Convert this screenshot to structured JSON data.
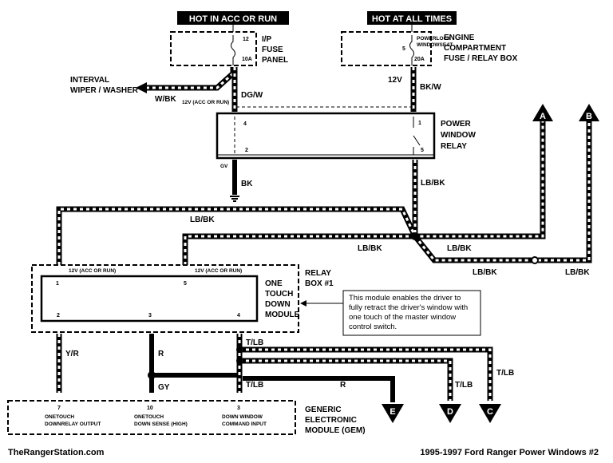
{
  "title": "1995-1997 Ford Ranger Power Windows #2",
  "source": "TheRangerStation.com",
  "hot_labels": {
    "acc_run": "HOT IN ACC OR RUN",
    "all_times": "HOT AT ALL TIMES"
  },
  "ip_fuse": {
    "label_line1": "I/P",
    "label_line2": "FUSE",
    "label_line3": "PANEL",
    "fuse_number": "12",
    "fuse_rating": "10A"
  },
  "engine_fuse": {
    "label_line1": "ENGINE",
    "label_line2": "COMPARTMENT",
    "label_line3": "FUSE / RELAY BOX",
    "fuse_number": "5",
    "fuse_name_line1": "POWERLOCK",
    "fuse_name_line2": "WINDOWSEAT",
    "fuse_rating": "20A"
  },
  "wiper": {
    "line1": "INTERVAL",
    "line2": "WIPER / WASHER"
  },
  "wire_labels": {
    "w_bk": "W/BK",
    "v12_acc": "12V (ACC OR RUN)",
    "dg_w": "DG/W",
    "v12": "12V",
    "bk_w": "BK/W",
    "bk": "BK",
    "ground_pin": "GV",
    "lb_bk_1": "LB/BK",
    "lb_bk_2": "LB/BK",
    "lb_bk_3": "LB/BK",
    "lb_bk_4": "LB/BK",
    "lb_bk_5": "LB/BK",
    "lb_bk_6": "LB/BK",
    "y_r": "Y/R",
    "r_1": "R",
    "r_2": "R",
    "gy": "GY",
    "t_lb_1": "T/LB",
    "t_lb_2": "T/LB",
    "t_lb_3": "T/LB",
    "t_lb_4": "T/LB"
  },
  "power_window_relay": {
    "label_line1": "POWER",
    "label_line2": "WINDOW",
    "label_line3": "RELAY",
    "pin_4": "4",
    "pin_2": "2",
    "pin_1": "1",
    "pin_5": "5"
  },
  "relay_box": {
    "label_line1": "RELAY",
    "label_line2": "BOX #1",
    "acc_label_1": "12V (ACC OR RUN)",
    "acc_label_2": "12V (ACC OR RUN)"
  },
  "one_touch": {
    "label_line1": "ONE",
    "label_line2": "TOUCH",
    "label_line3": "DOWN",
    "label_line4": "MODULE",
    "pin_1": "1",
    "pin_5": "5",
    "pin_2": "2",
    "pin_3": "3",
    "pin_4": "4"
  },
  "note": {
    "line1": "This module enables the driver to",
    "line2": "fully retract the driver's window with",
    "line3": "one touch of the master window",
    "line4": "control switch."
  },
  "gem": {
    "label_line1": "GENERIC",
    "label_line2": "ELECTRONIC",
    "label_line3": "MODULE (GEM)",
    "pin_a_num": "7",
    "pin_a_line1": "ONETOUCH",
    "pin_a_line2": "DOWNRELAY OUTPUT",
    "pin_b_num": "10",
    "pin_b_line1": "ONETOUCH",
    "pin_b_line2": "DOWN SENSE (HIGH)",
    "pin_c_num": "3",
    "pin_c_line1": "DOWN WINDOW",
    "pin_c_line2": "COMMAND INPUT"
  },
  "connectors": {
    "a": "A",
    "b": "B",
    "c": "C",
    "d": "D",
    "e": "E"
  }
}
